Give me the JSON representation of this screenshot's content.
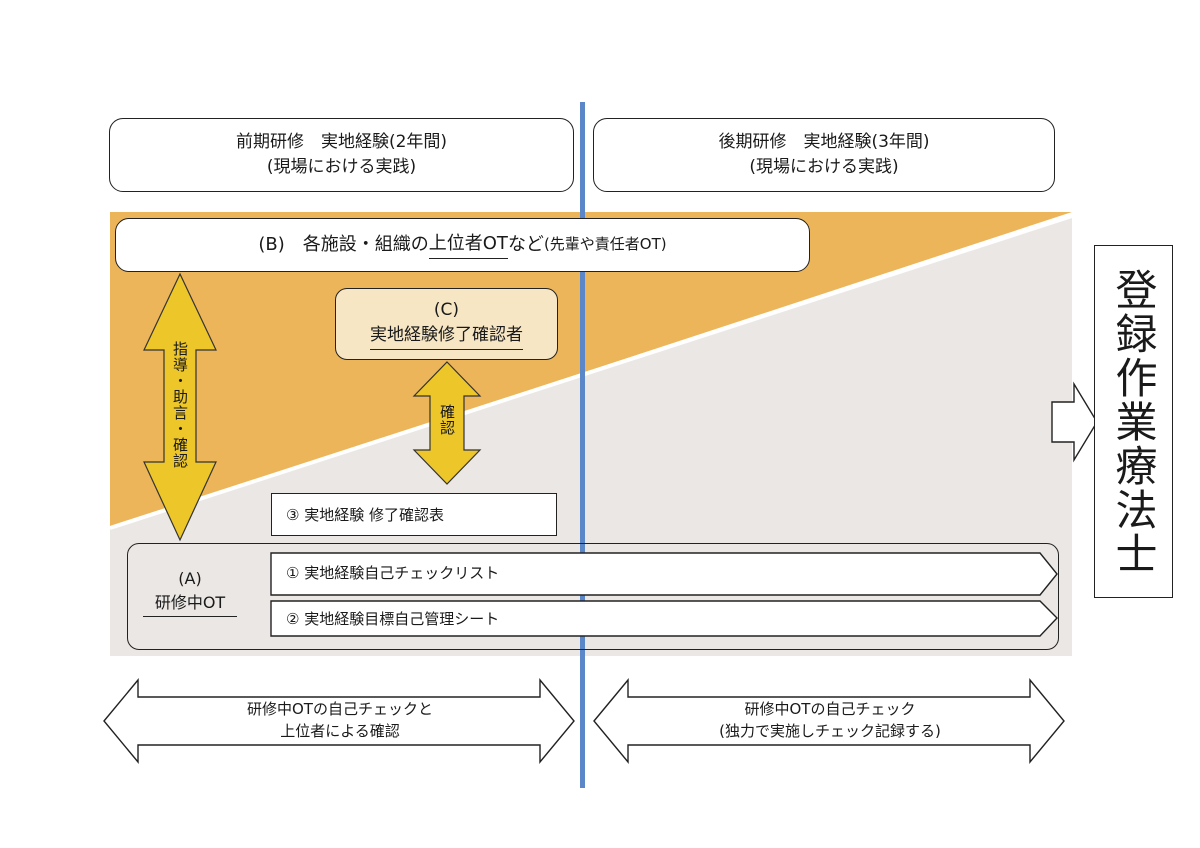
{
  "phases": {
    "early": {
      "line1": "前期研修　実地経験(2年間)",
      "line2": "(現場における実践)"
    },
    "late": {
      "line1": "後期研修　実地経験(3年間)",
      "line2": "(現場における実践)"
    }
  },
  "supervisor": {
    "prefix": "(B)　各施設・組織の",
    "underlined": "上位者OT",
    "suffix": "など",
    "note": "(先輩や責任者OT)"
  },
  "confirmer": {
    "line1": "(C)",
    "line2": "実地経験修了確認者"
  },
  "arrows": {
    "guidance": "指導・助言・確認",
    "confirm": "確認"
  },
  "forms": {
    "completion": "③ 実地経験 修了確認表",
    "checklist": "① 実地経験自己チェックリスト",
    "goal_sheet": "② 実地経験目標自己管理シート"
  },
  "trainee": {
    "line1": "(A)",
    "line2": "研修中OT"
  },
  "result": {
    "title": "登録作業療法士"
  },
  "bottom": {
    "left_line1": "研修中OTの自己チェックと",
    "left_line2": "上位者による確認",
    "right_line1": "研修中OTの自己チェック",
    "right_line2": "(独力で実施しチェック記録する)"
  },
  "colors": {
    "orange": "#ecb55a",
    "gray": "#ebe7e4",
    "yellow": "#edc62a",
    "cream": "#f7e6c4",
    "divider": "#5b86c8"
  }
}
